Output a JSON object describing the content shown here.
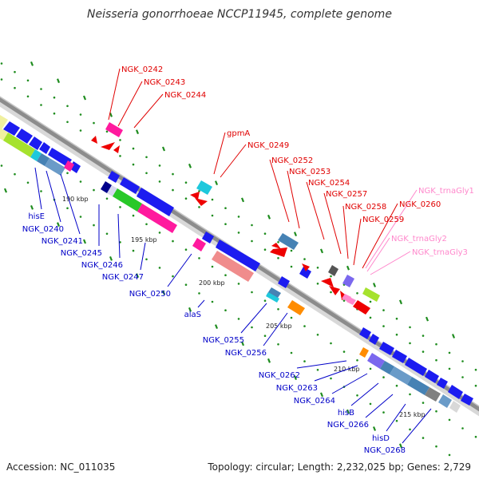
{
  "title": "Neisseria gonorrhoeae NCCP11945, complete genome",
  "footer": {
    "accession": "Accession: NC_011035",
    "summary": "Topology: circular; Length: 2,232,025 bp; Genes: 2,729"
  },
  "colors": {
    "backbone": "#8c8c8c",
    "forward_label": "#e00000",
    "reverse_label": "#0000c8",
    "trna_label": "#ff88cc",
    "tick": "#1e8c1e"
  },
  "kbp_ticks": [
    "190 kbp",
    "195 kbp",
    "200 kbp",
    "205 kbp",
    "210 kbp",
    "215 kbp"
  ],
  "forward_genes": [
    "NGK_0242",
    "NGK_0243",
    "NGK_0244",
    "gpmA",
    "NGK_0249",
    "NGK_0252",
    "NGK_0253",
    "NGK_0254",
    "NGK_0257",
    "NGK_0258",
    "NGK_0259",
    "NGK_0260"
  ],
  "trna_genes": [
    "NGK_trnaGly1",
    "NGK_trnaGly2",
    "NGK_trnaGly3"
  ],
  "reverse_genes": [
    "hisE",
    "NGK_0240",
    "NGK_0241",
    "NGK_0245",
    "NGK_0246",
    "NGK_0247",
    "NGK_0250",
    "alaS",
    "NGK_0255",
    "NGK_0256",
    "NGK_0262",
    "NGK_0263",
    "NGK_0264",
    "hisB",
    "NGK_0266",
    "hisD",
    "NGK_0268"
  ]
}
